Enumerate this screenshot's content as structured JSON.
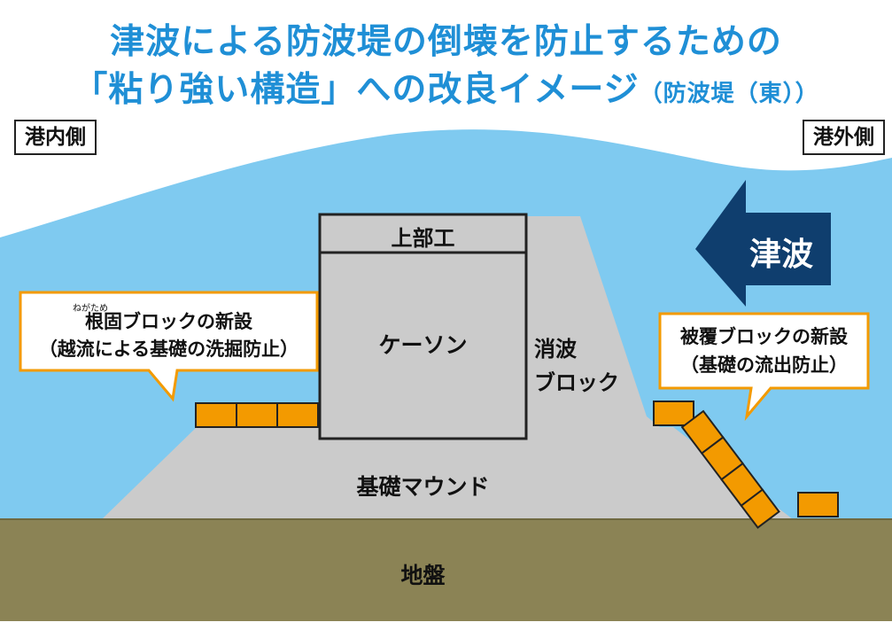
{
  "title": {
    "line1": "津波による防波堤の倒壊を防止するための",
    "line2": "「粘り強い構造」への改良イメージ",
    "line2_sub": "（防波堤（東））"
  },
  "sides": {
    "inner": "港内側",
    "outer": "港外側"
  },
  "tsunami_label": "津波",
  "parts": {
    "superstructure": "上部工",
    "caisson": "ケーソン",
    "wave_block_line1": "消波",
    "wave_block_line2": "ブロック",
    "mound": "基礎マウンド",
    "ground": "地盤"
  },
  "callout_left": {
    "ruby": "ねがため",
    "line1": "根固ブロックの新設",
    "line2": "（越流による基礎の洗掘防止）"
  },
  "callout_right": {
    "line1": "被覆ブロックの新設",
    "line2": "（基礎の流出防止）"
  },
  "colors": {
    "title": "#1f8fd6",
    "sea": "#7fcaf0",
    "ground": "#8b8355",
    "mound": "#cbcbcb",
    "caisson": "#cbcbcb",
    "wave_blocks": "#cbcbcb",
    "armor_blocks": "#f39a00",
    "tsunami_arrow": "#0f3e6e"
  },
  "icons": {
    "tsunami_direction": "arrow-left-icon"
  }
}
